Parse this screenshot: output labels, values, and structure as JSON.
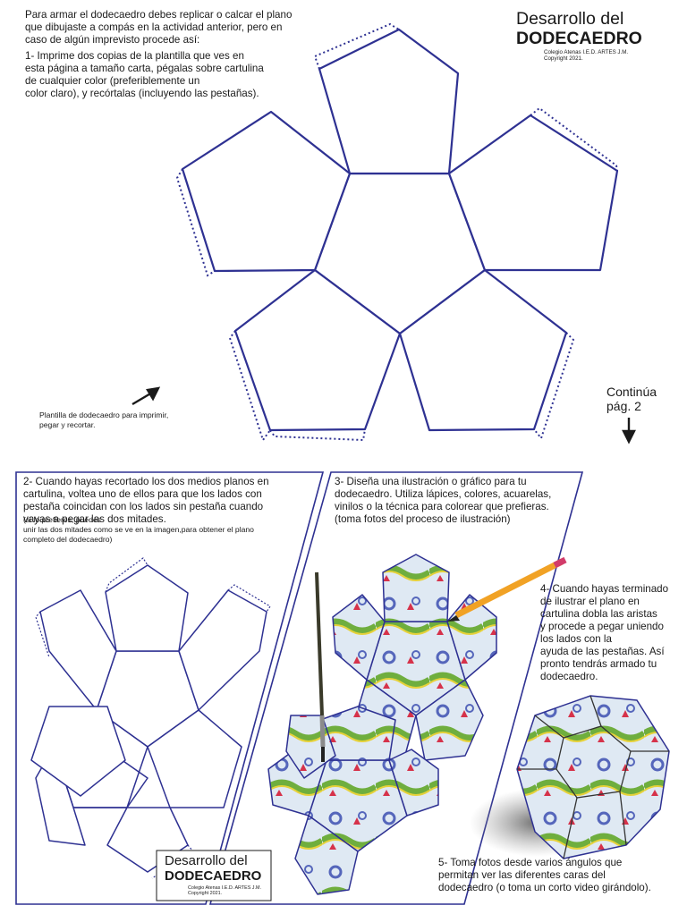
{
  "intro": {
    "paragraph": "Para armar el dodecaedro debes replicar o calcar el plano\nque dibujaste a compás en la actividad anterior, pero en\ncaso de algún imprevisto procede así:",
    "step1": "1- Imprime dos copias de la plantilla que ves en\nesta página a tamaño carta, pégalas sobre cartulina\nde cualquier color (preferiblemente un\ncolor claro), y recórtalas (incluyendo las pestañas)."
  },
  "header": {
    "title_line1": "Desarrollo del",
    "title_line2": "DODECAEDRO",
    "credit": "Colegio Atenas I.E.D. ARTES J.M.\nCopyright 2021."
  },
  "template_caption": "Plantilla de dodecaedro para imprimir,\npegar y recortar.",
  "continue_note": "Continúa\npág. 2",
  "step2": {
    "main": "2- Cuando hayas recortado los dos medios planos en\ncartulina, voltea uno de ellos para que los lados con\npestaña coincidan con los lados sin pestaña cuando\nvayas a pegar las dos mitades.",
    "note": "(si lo prefieres, puedes\nunir las dos mitades como se ve en la imagen,para obtener el plano\ncompleto del dodecaedro)"
  },
  "step3": "3- Diseña una ilustración o gráfico para tu\ndodecaedro. Utiliza lápices, colores, acuarelas,\nvinilos o la técnica para colorear que prefieras.\n(toma fotos del proceso de ilustración)",
  "step4": "4- Cuando hayas terminado\nde ilustrar el plano en\ncartulina dobla las aristas\ny procede a pegar uniendo\nlos lados con la\nayuda de las pestañas. Así\npronto tendrás armado tu\ndodecaedro.",
  "step5": "5- Toma fotos desde varios ángulos que\npermitan ver las diferentes caras del\ndodecaedro (o toma un corto video girándolo).",
  "footer_box": {
    "title_line1": "Desarrollo del",
    "title_line2": "DODECAEDRO",
    "credit": "Colegio Atenas I.E.D. ARTES J.M.\nCopyright 2021."
  },
  "colors": {
    "outline": "#2e3192",
    "text": "#1a1a1a",
    "dragon_green": "#6fae3e",
    "wave_blue": "#5566bb",
    "sky": "#bcd3e6"
  }
}
